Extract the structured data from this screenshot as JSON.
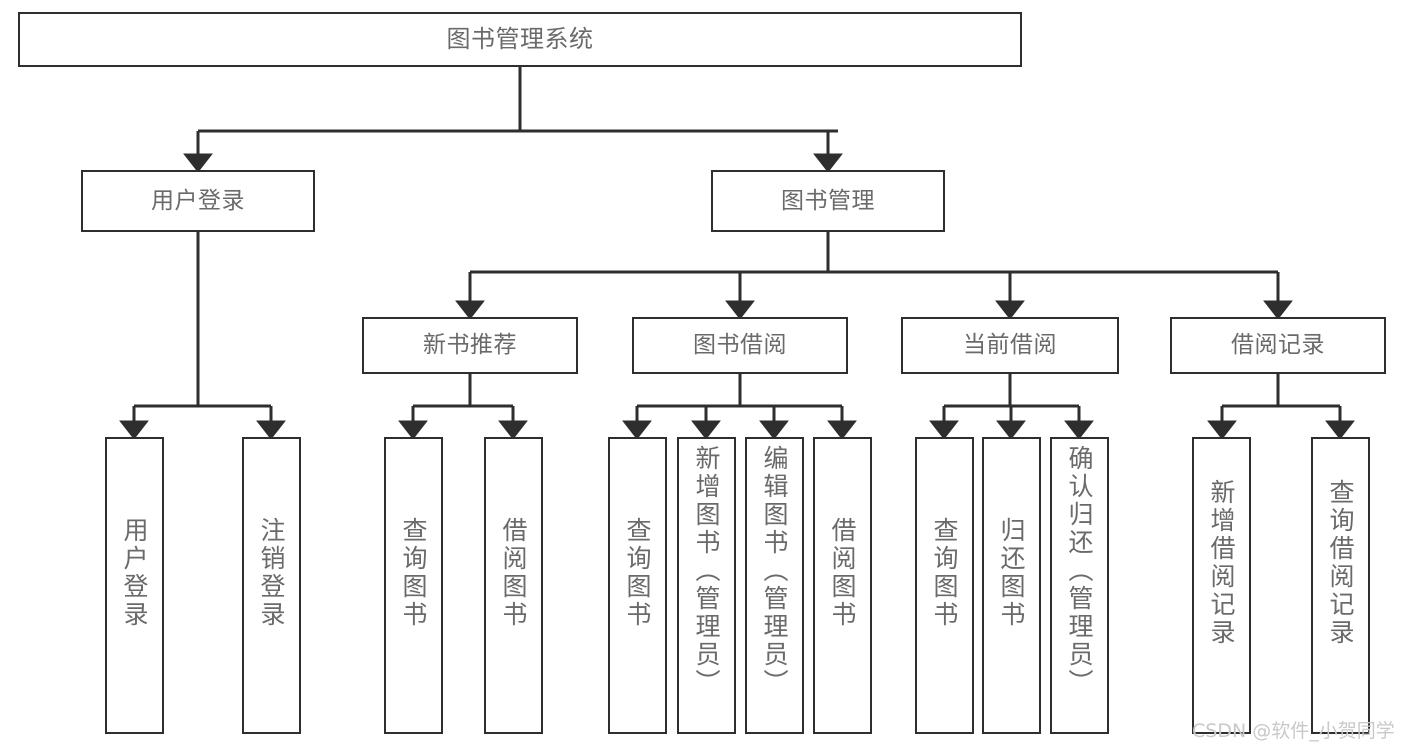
{
  "diagram": {
    "title": "图书管理系统",
    "type": "tree-hierarchy",
    "root": {
      "label": "图书管理系统"
    },
    "level1": [
      {
        "label": "用户登录"
      },
      {
        "label": "图书管理"
      }
    ],
    "level2": [
      {
        "label": "新书推荐"
      },
      {
        "label": "图书借阅"
      },
      {
        "label": "当前借阅"
      },
      {
        "label": "借阅记录"
      }
    ],
    "leaves": {
      "user_login": [
        {
          "label": "用户登录"
        },
        {
          "label": "注销登录"
        }
      ],
      "new_book_recommend": [
        {
          "label": "查询图书"
        },
        {
          "label": "借阅图书"
        }
      ],
      "book_borrow": [
        {
          "label": "查询图书"
        },
        {
          "label": "新增图书（管理员）"
        },
        {
          "label": "编辑图书（管理员）"
        },
        {
          "label": "借阅图书"
        }
      ],
      "current_borrow": [
        {
          "label": "查询图书"
        },
        {
          "label": "归还图书"
        },
        {
          "label": "确认归还（管理员）"
        }
      ],
      "borrow_record": [
        {
          "label": "新增借阅记录"
        },
        {
          "label": "查询借阅记录"
        }
      ]
    }
  },
  "watermark": {
    "text": "CSDN @软件_小贺同学"
  },
  "colors": {
    "border": "#2e2e2e",
    "text": "#6a6a6a",
    "background": "#ffffff",
    "watermark": "#c9c9c9"
  }
}
